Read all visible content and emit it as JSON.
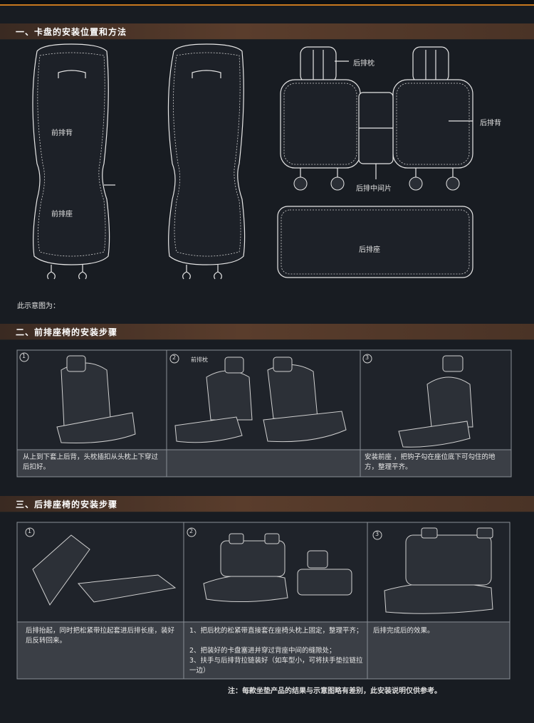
{
  "sections": {
    "s1_title": "一、卡盘的安装位置和方法",
    "s2_title": "二、前排座椅的安装步骤",
    "s3_title": "三、后排座椅的安装步骤"
  },
  "diagram1": {
    "front_back": "前排背",
    "front_seat": "前排座",
    "rear_headrest": "后排枕",
    "rear_back": "后排背",
    "rear_middle": "后排中间片",
    "rear_seat": "后排座",
    "hint": "此示意图为："
  },
  "front_steps": {
    "n1": "1",
    "n2": "2",
    "n3": "3",
    "headrest_label": "前排枕",
    "text1": "从上到下套上后背，头枕插扣从头枕上下穿过后扣好。",
    "text3": "安装前座  ，把钩子勾在座位底下可勾住的地方，整理平齐。"
  },
  "rear_steps": {
    "n1": "1",
    "n2": "2",
    "n3": "3",
    "text1": "后排抬起，同时把松紧带拉起套进后排长座，装好后反转回来。",
    "text2_line1": "1、把后枕的松紧带直接套在座椅头枕上固定，整理平齐；",
    "text2_line2": "2、把装好的卡盘塞进并穿过背座中间的缝隙处；",
    "text2_line3": "3、扶手与后排背拉链装好（如车型小，可将扶手垫拉链拉一边）",
    "text3": "后排完成后的效果。"
  },
  "footer_note": "注：每款坐垫产品的结果与示意图略有差别，此安装说明仅供参考。"
}
